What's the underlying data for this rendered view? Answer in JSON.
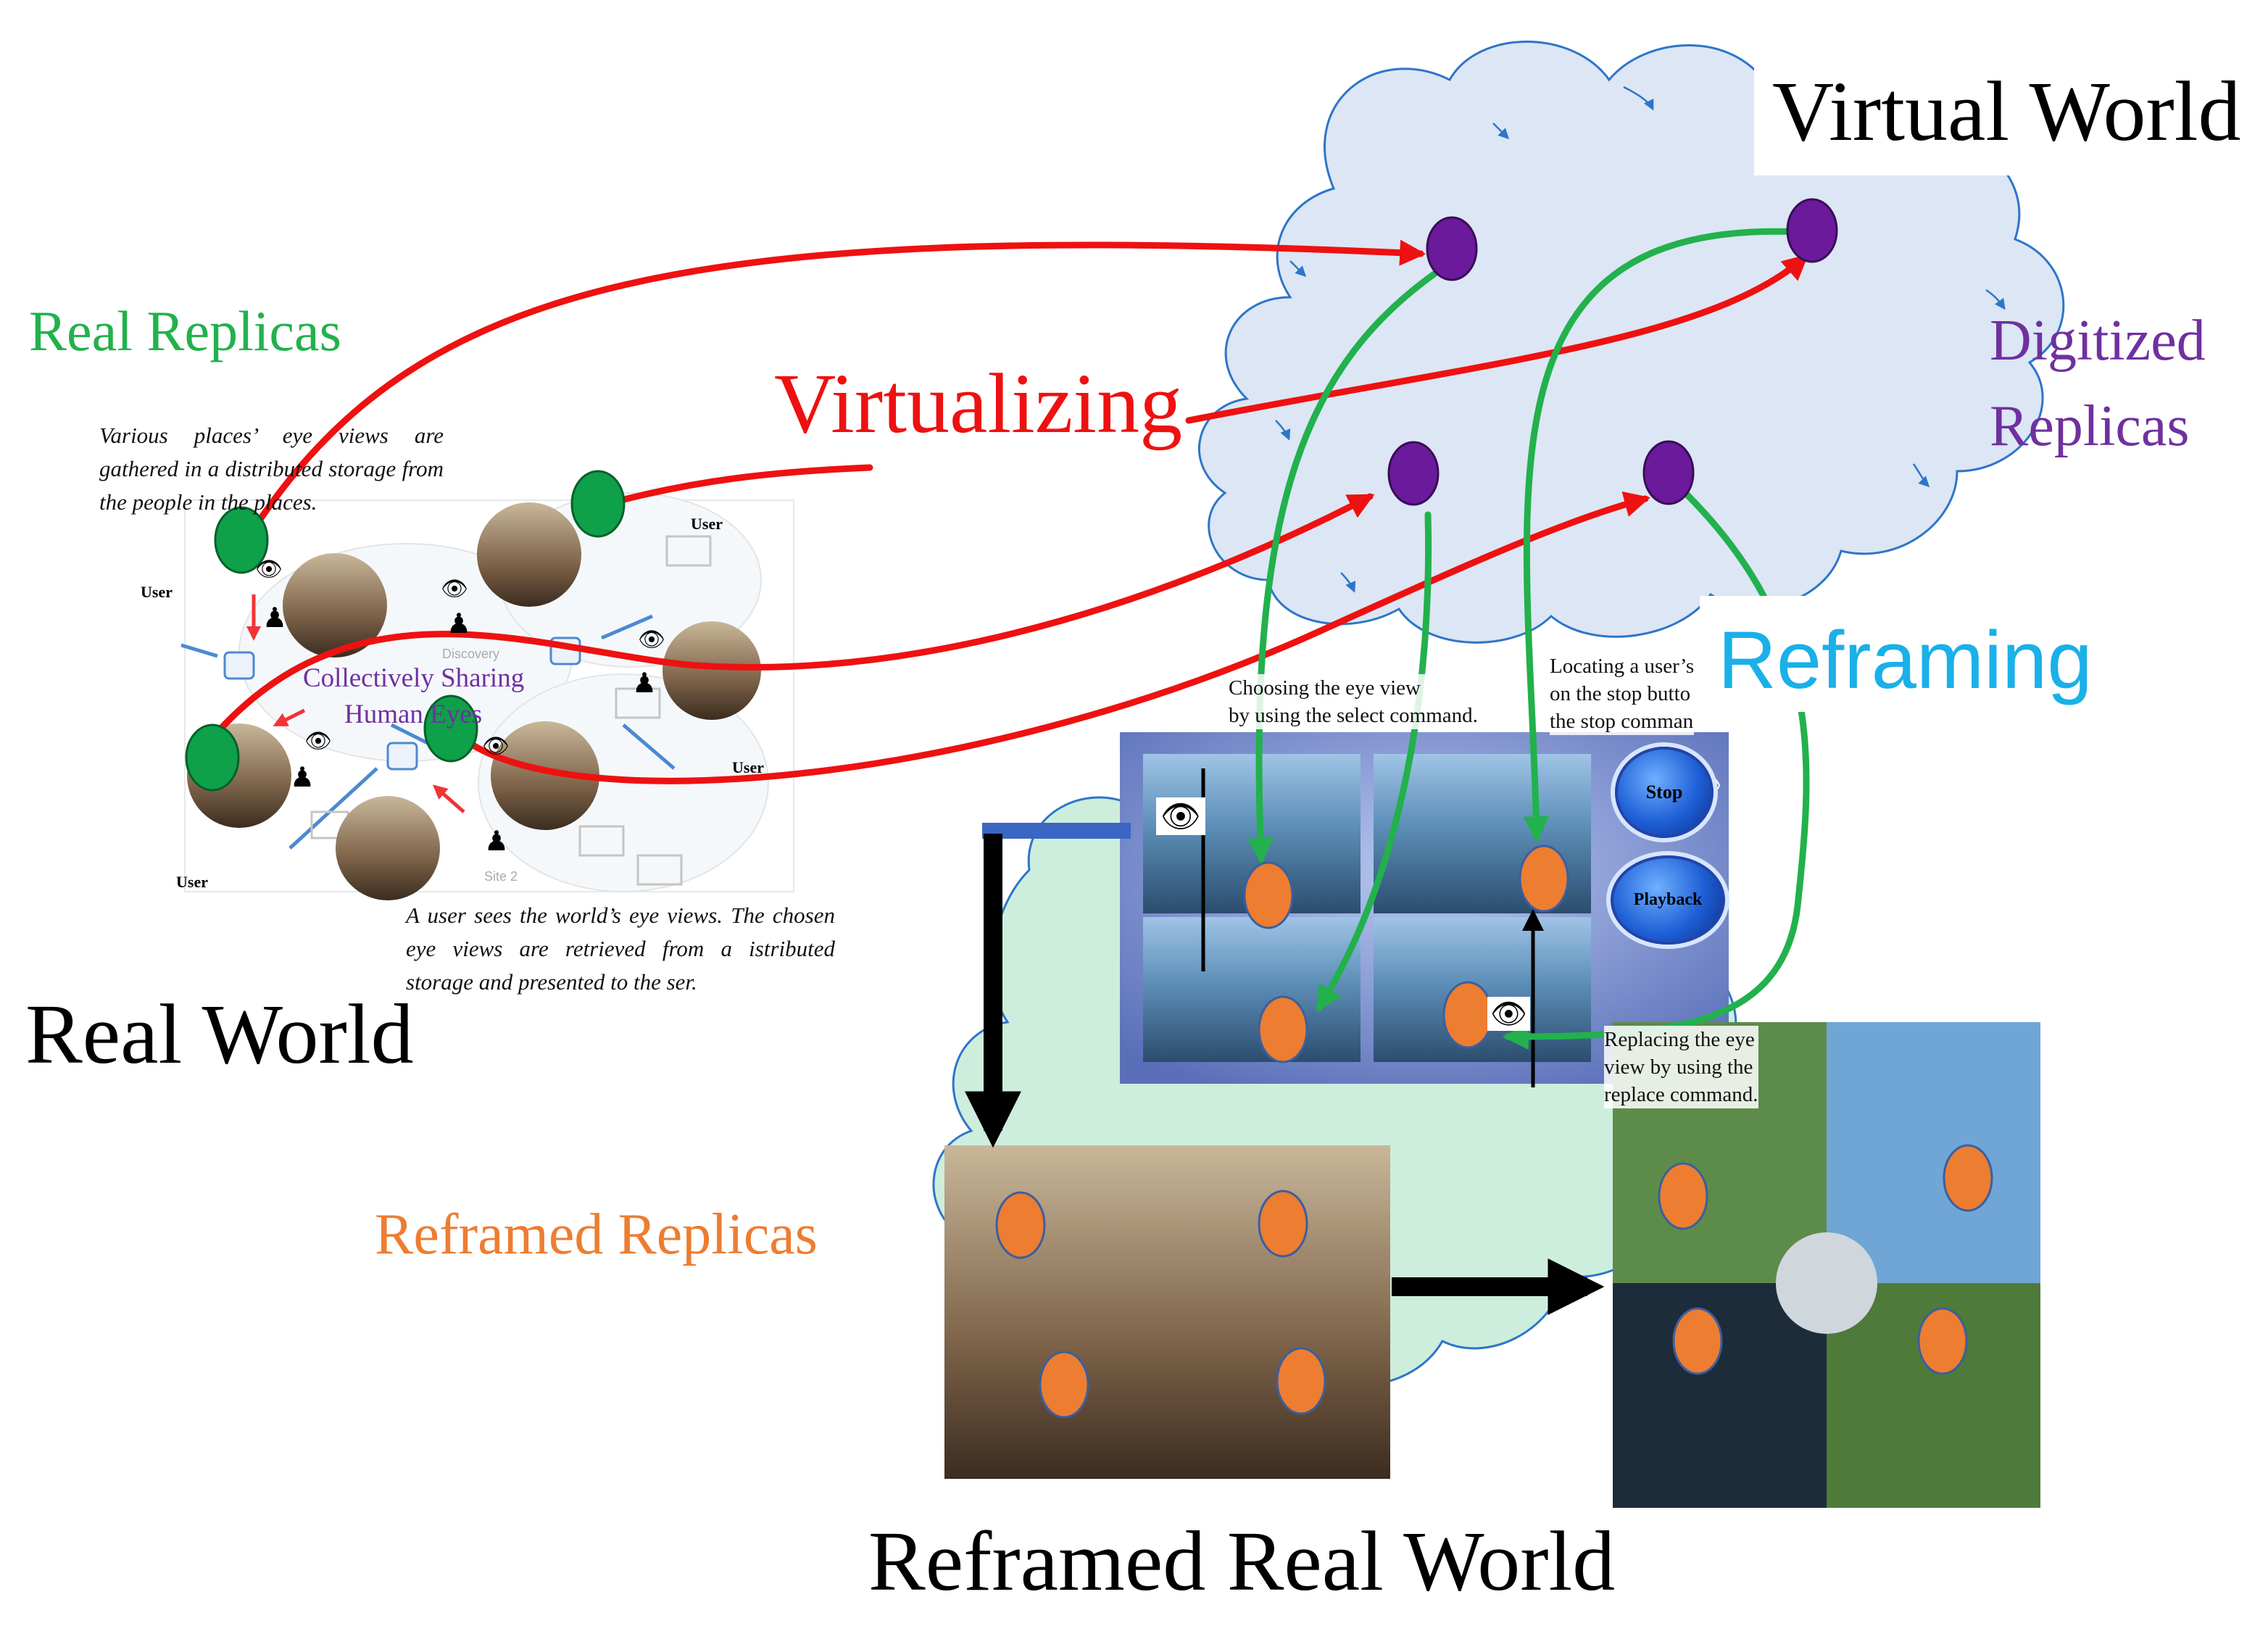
{
  "titles": {
    "virtual_world": "Virtual World",
    "real_world": "Real World",
    "reframed_real_world": "Reframed Real World"
  },
  "labels": {
    "real_replicas": "Real Replicas",
    "digitized_replicas_line1": "Digitized",
    "digitized_replicas_line2": "Replicas",
    "reframed_replicas": "Reframed Replicas",
    "virtualizing": "Virtualizing",
    "reframing": "Reframing",
    "collectively_sharing_line1": "Collectively Sharing",
    "collectively_sharing_line2": "Human Eyes"
  },
  "real_world_diagram": {
    "user_labels": [
      "User",
      "User",
      "User",
      "User"
    ],
    "faint_labels": [
      "Discovery",
      "Site 2"
    ]
  },
  "notes": {
    "gathered": "Various places’ eye views are gathered in a distributed storage from the people in the places.",
    "user_sees": "A user sees the world’s eye views. The chosen eye views are retrieved from a istributed storage and presented to the ser.",
    "choosing_line1": "Choosing the eye view",
    "choosing_line2": "by using the select command.",
    "locating_line1": "Locating a user’s",
    "locating_line2": "on the stop butto",
    "locating_line3": "the stop comman",
    "replacing_line1": "Replacing the eye",
    "replacing_line2": "view by using the",
    "replacing_line3": "replace command."
  },
  "buttons": {
    "stop": "Stop",
    "playback": "Playback"
  },
  "icons": [
    "eye-icon",
    "person-icon",
    "database-icon",
    "computer-icon"
  ],
  "colors": {
    "red_arrow": "#ee1111",
    "green_arrow": "#22b14c",
    "black_arrow": "#000000",
    "blue_bar": "#3a66c4",
    "cloud_fill": "#dce6f4",
    "cloud_stroke": "#2e75c9",
    "reframed_cloud_fill": "#cdeedd",
    "green_node": "#0fa04a",
    "purple_node": "#6a1a9a",
    "orange_node": "#ed7d31",
    "real_replicas_text": "#22b14c",
    "digitized_text": "#7030a0",
    "reframed_text": "#ed7d31",
    "virtualizing_text": "#ee1111",
    "reframing_text": "#1ab0e8"
  }
}
